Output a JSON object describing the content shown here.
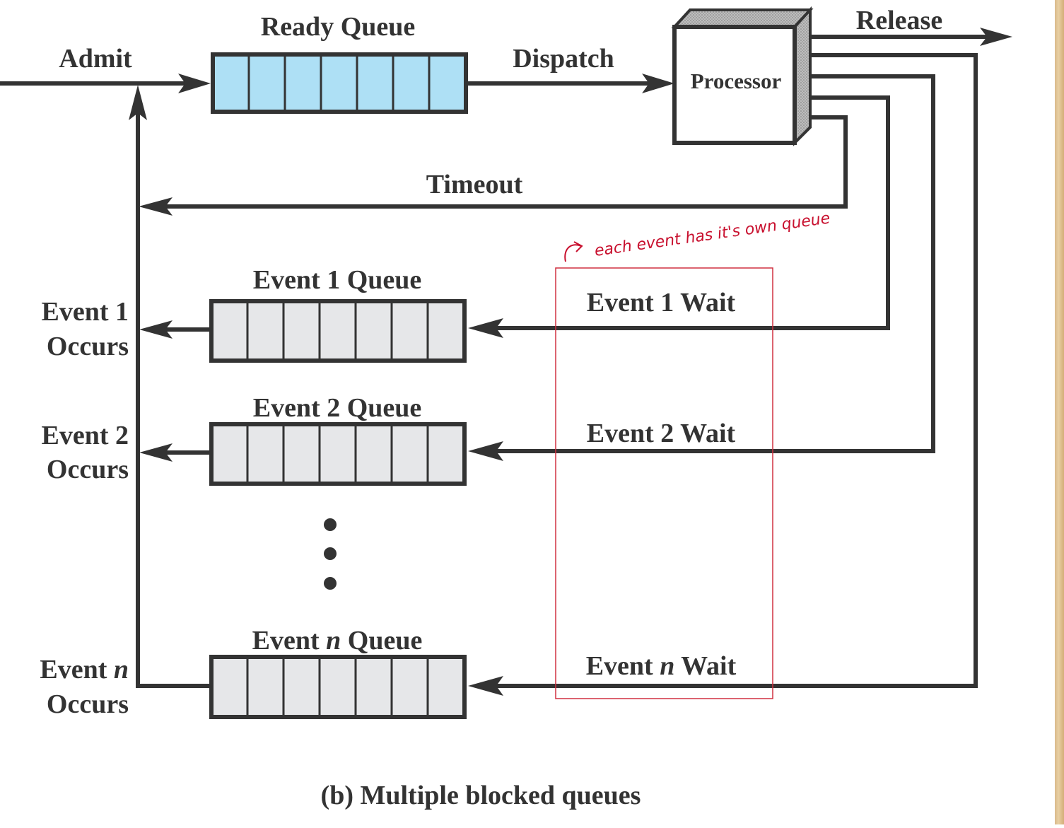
{
  "diagram": {
    "labels": {
      "admit": "Admit",
      "ready_queue": "Ready Queue",
      "dispatch": "Dispatch",
      "processor": "Processor",
      "release": "Release",
      "timeout": "Timeout",
      "event1_queue": "Event 1 Queue",
      "event1_wait": "Event 1 Wait",
      "event1_occurs_line1": "Event 1",
      "event1_occurs_line2": "Occurs",
      "event2_queue": "Event 2 Queue",
      "event2_wait": "Event 2 Wait",
      "event2_occurs_line1": "Event 2",
      "event2_occurs_line2": "Occurs",
      "eventn_queue_pre": "Event ",
      "eventn_queue_n": "n",
      "eventn_queue_post": " Queue",
      "eventn_wait_pre": "Event ",
      "eventn_wait_n": "n",
      "eventn_wait_post": " Wait",
      "eventn_occurs_pre": "Event ",
      "eventn_occurs_n": "n",
      "eventn_occurs_line2": "Occurs",
      "caption": "(b) Multiple blocked queues"
    },
    "annotation": {
      "note": "each event has it's own queue"
    },
    "colors": {
      "line": "#333333",
      "ready_queue_fill": "#aee0f5",
      "blocked_queue_fill": "#e6e7e9",
      "annotation": "#c8102e",
      "parchment": "#e3c597"
    }
  }
}
